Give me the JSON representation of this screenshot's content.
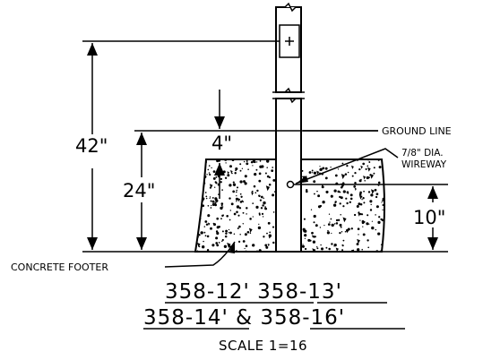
{
  "drawing": {
    "dimensions": {
      "total_height": "42\"",
      "footer_depth": "24\"",
      "footer_top": "4\"",
      "wireway_height": "10\""
    },
    "labels": {
      "ground_line": "GROUND LINE",
      "wireway_line1": "7/8\" DIA.",
      "wireway_line2": "WIREWAY",
      "concrete_footer": "CONCRETE FOOTER"
    },
    "title": {
      "line1": "358-12' 358-13'",
      "line2": "358-14' & 358-16'",
      "scale": "SCALE 1=16"
    },
    "colors": {
      "ink": "#000000",
      "background": "#ffffff"
    }
  }
}
